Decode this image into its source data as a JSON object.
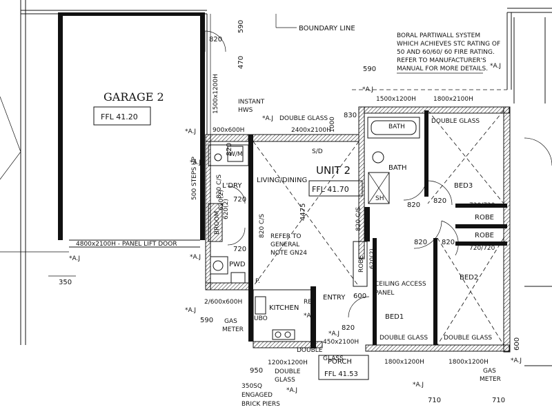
{
  "garage": {
    "name": "GARAGE 2",
    "ffl": "FFL  41.20",
    "door": "4800x2100H - PANEL LIFT DOOR",
    "dim_350": "350",
    "dim_820": "820"
  },
  "notes": {
    "boundary": "BOUNDARY LINE",
    "partwall": [
      "BORAL PARTIWALL SYSTEM",
      "WHICH ACHIEVES STC RATING OF",
      "50 AND 60/60/ 60 FIRE RATING.",
      "REFER TO MANUFACTURER'S",
      "MANUAL FOR MORE DETAILS."
    ],
    "refer": [
      "REFER TO",
      "GENERAL",
      "NOTE GN24"
    ],
    "ceiling": [
      "CEILING ACCESS",
      "PANEL"
    ],
    "piers": [
      "350SQ",
      "ENGAGED",
      "BRICK PIERS"
    ],
    "hws": [
      "INSTANT",
      "HWS"
    ],
    "steps": "500 STEPS UP",
    "gas_left": [
      "GAS",
      "METER"
    ],
    "gas_right": [
      "GAS",
      "METER"
    ]
  },
  "unit": {
    "name": "UNIT 2",
    "ffl": "FFL  41.70",
    "porch": "PORCH",
    "porch_ffl": "FFL 41.53"
  },
  "rooms": {
    "living": "LIVING/DINING",
    "kitchen": "KITCHEN",
    "ldry": "L'DRY",
    "pwd": "PWD",
    "broom": "BROOM",
    "entry": "ENTRY",
    "bath1": "BATH",
    "bath2": "BATH",
    "bed1": "BED1",
    "bed2": "BED2",
    "bed3": "BED3",
    "robe1": "ROBE",
    "robe2": "ROBE",
    "robe3": "ROBE",
    "ref": "REF",
    "ubo": "UBO",
    "sh": "SH",
    "wm": "W/M",
    "sd": "S/D",
    "p": "P."
  },
  "windows": {
    "w1": "1500x1200H",
    "w2": "900x600H",
    "w3": "2400x2100H",
    "w4": "1500x1200H",
    "w5": "1800x2100H",
    "w6": "2/600x600H",
    "w7": "1200x1200H",
    "w8": "450x2100H",
    "w9": "1800x1200H",
    "w10": "1800x1200H",
    "w11": "1000"
  },
  "glass": {
    "g1": "DOUBLE GLASS",
    "g2": "DOUBLE GLASS",
    "g3": "DOUBLE GLASS",
    "g4": "DOUBLE GLASS",
    "g5": "DOUBLE",
    "g6": "GLASS",
    "g7": "DOUBLE",
    "g8": "GLASS"
  },
  "dims": {
    "d590a": "590",
    "d470": "470",
    "d590b": "590",
    "d830": "830",
    "d590c": "590",
    "d720a": "720",
    "d720b": "720",
    "d820cs1": "820 C/S",
    "d820cs2": "820 C/S",
    "d820cs3": "820 C/S",
    "d820a": "820",
    "d820b": "820",
    "d820c": "820",
    "d820d": "820",
    "d820e": "820",
    "d820f": "820",
    "d4475": "4475",
    "d620a": "620(2)",
    "d620b": "620(2)",
    "d620c": "620(2)",
    "d720720": "720/720",
    "d720720b": "720/720",
    "d600a": "600",
    "d600b": "600",
    "d950": "950",
    "d710a": "710",
    "d710b": "710"
  },
  "aj": {
    "a1": "*A.J",
    "a2": "*A.J",
    "a3": "*A.J",
    "a4": "*A.J",
    "a5": "*A.J",
    "a6": "*A.J",
    "a7": "*A.J",
    "a8": "*A.J",
    "a9": "*A.J",
    "a10": "*A.J",
    "a11": "*A.J",
    "a12": "*A.J",
    "a13": "*A.J"
  }
}
